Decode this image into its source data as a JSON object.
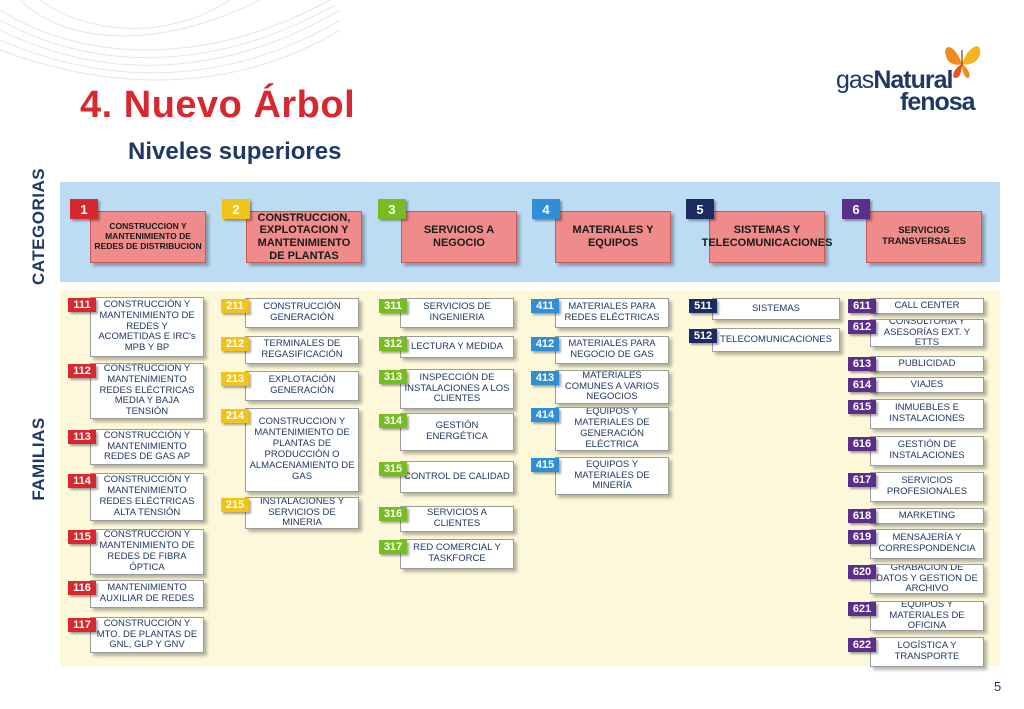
{
  "slide": {
    "title": "4.  Nuevo Árbol",
    "subtitle": "Niveles superiores",
    "page_number": "5",
    "labels": {
      "categorias": "CATEGORIAS",
      "familias": "FAMILIAS"
    },
    "logo": {
      "line1a": "gas",
      "line1b": "Natural",
      "line2": "fenosa"
    }
  },
  "colors": {
    "title": "#d7282f",
    "navy": "#1f3864",
    "family_number": "#d7282f",
    "cat_box": "#ef8b8b",
    "cat_band": "#bcdcf4",
    "fam_band": "#fdf8da",
    "cat_numbers": [
      "#d7282f",
      "#f2c318",
      "#76bd22",
      "#2e8fd6",
      "#1b2a63",
      "#5b2e8c"
    ],
    "fam_numbers": [
      "#d7282f",
      "#f2c318",
      "#76bd22",
      "#2e8fd6",
      "#1b2a63",
      "#5b2e8c"
    ]
  },
  "categories": [
    {
      "num": "1",
      "label": "CONSTRUCCION Y MANTENIMIENTO DE REDES DE DISTRIBUCION"
    },
    {
      "num": "2",
      "label": "CONSTRUCCION, EXPLOTACION Y MANTENIMIENTO DE PLANTAS"
    },
    {
      "num": "3",
      "label": "SERVICIOS A NEGOCIO"
    },
    {
      "num": "4",
      "label": "MATERIALES Y EQUIPOS"
    },
    {
      "num": "5",
      "label": "SISTEMAS Y TELECOMUNICACIONES"
    },
    {
      "num": "6",
      "label": "SERVICIOS TRANSVERSALES"
    }
  ],
  "families": [
    [
      {
        "num": "111",
        "label": "CONSTRUCCIÓN Y MANTENIMIENTO DE REDES Y ACOMETIDAS E IRC's MPB Y BP"
      },
      {
        "num": "112",
        "label": "CONSTRUCCIÓN Y MANTENIMIENTO REDES ELÉCTRICAS MEDIA Y BAJA TENSIÓN"
      },
      {
        "num": "113",
        "label": "CONSTRUCCIÓN Y MANTENIMIENTO REDES DE GAS AP"
      },
      {
        "num": "114",
        "label": "CONSTRUCCIÓN Y MANTENIMIENTO REDES ELÉCTRICAS ALTA TENSIÓN"
      },
      {
        "num": "115",
        "label": "CONSTRUCCIÓN Y MANTENIMIENTO DE REDES DE FIBRA ÓPTICA"
      },
      {
        "num": "116",
        "label": "MANTENIMIENTO AUXILIAR DE REDES"
      },
      {
        "num": "117",
        "label": "CONSTRUCCIÓN Y MTO. DE PLANTAS DE GNL, GLP Y GNV"
      }
    ],
    [
      {
        "num": "211",
        "label": "CONSTRUCCIÓN GENERACIÓN"
      },
      {
        "num": "212",
        "label": "TERMINALES DE REGASIFICACIÓN"
      },
      {
        "num": "213",
        "label": "EXPLOTACIÓN GENERACIÓN"
      },
      {
        "num": "214",
        "label": "CONSTRUCCION Y MANTENIMIENTO DE PLANTAS DE PRODUCCIÓN O ALMACENAMIENTO DE GAS"
      },
      {
        "num": "215",
        "label": "INSTALACIONES Y SERVICIOS DE MINERIA"
      }
    ],
    [
      {
        "num": "311",
        "label": "SERVICIOS DE INGENIERIA"
      },
      {
        "num": "312",
        "label": "LECTURA Y MEDIDA"
      },
      {
        "num": "313",
        "label": "INSPECCIÓN DE INSTALACIONES A LOS CLIENTES"
      },
      {
        "num": "314",
        "label": "GESTIÓN ENERGÉTICA"
      },
      {
        "num": "315",
        "label": "CONTROL DE CALIDAD"
      },
      {
        "num": "316",
        "label": "SERVICIOS A CLIENTES"
      },
      {
        "num": "317",
        "label": "RED COMERCIAL Y TASKFORCE"
      }
    ],
    [
      {
        "num": "411",
        "label": "MATERIALES PARA REDES ELÉCTRICAS"
      },
      {
        "num": "412",
        "label": "MATERIALES PARA NEGOCIO DE GAS"
      },
      {
        "num": "413",
        "label": "MATERIALES COMUNES A VARIOS NEGOCIOS"
      },
      {
        "num": "414",
        "label": "EQUIPOS Y MATERIALES DE GENERACIÓN ELÉCTRICA"
      },
      {
        "num": "415",
        "label": "EQUIPOS Y MATERIALES DE MINERÍA"
      }
    ],
    [
      {
        "num": "511",
        "label": "SISTEMAS"
      },
      {
        "num": "512",
        "label": "TELECOMUNICACIONES"
      }
    ],
    [
      {
        "num": "611",
        "label": "CALL CENTER"
      },
      {
        "num": "612",
        "label": "CONSULTORÍA Y ASESORÍAS EXT. Y ETTS"
      },
      {
        "num": "613",
        "label": "PUBLICIDAD"
      },
      {
        "num": "614",
        "label": "VIAJES"
      },
      {
        "num": "615",
        "label": "INMUEBLES E INSTALACIONES"
      },
      {
        "num": "616",
        "label": "GESTIÓN DE INSTALACIONES"
      },
      {
        "num": "617",
        "label": "SERVICIOS PROFESIONALES"
      },
      {
        "num": "618",
        "label": "MARKETING"
      },
      {
        "num": "619",
        "label": "MENSAJERÍA Y CORRESPONDENCIA"
      },
      {
        "num": "620",
        "label": "GRABACION DE DATOS Y GESTION DE ARCHIVO"
      },
      {
        "num": "621",
        "label": "EQUIPOS Y MATERIALES DE OFICINA"
      },
      {
        "num": "622",
        "label": "LOGÍSTICA Y TRANSPORTE"
      }
    ]
  ]
}
